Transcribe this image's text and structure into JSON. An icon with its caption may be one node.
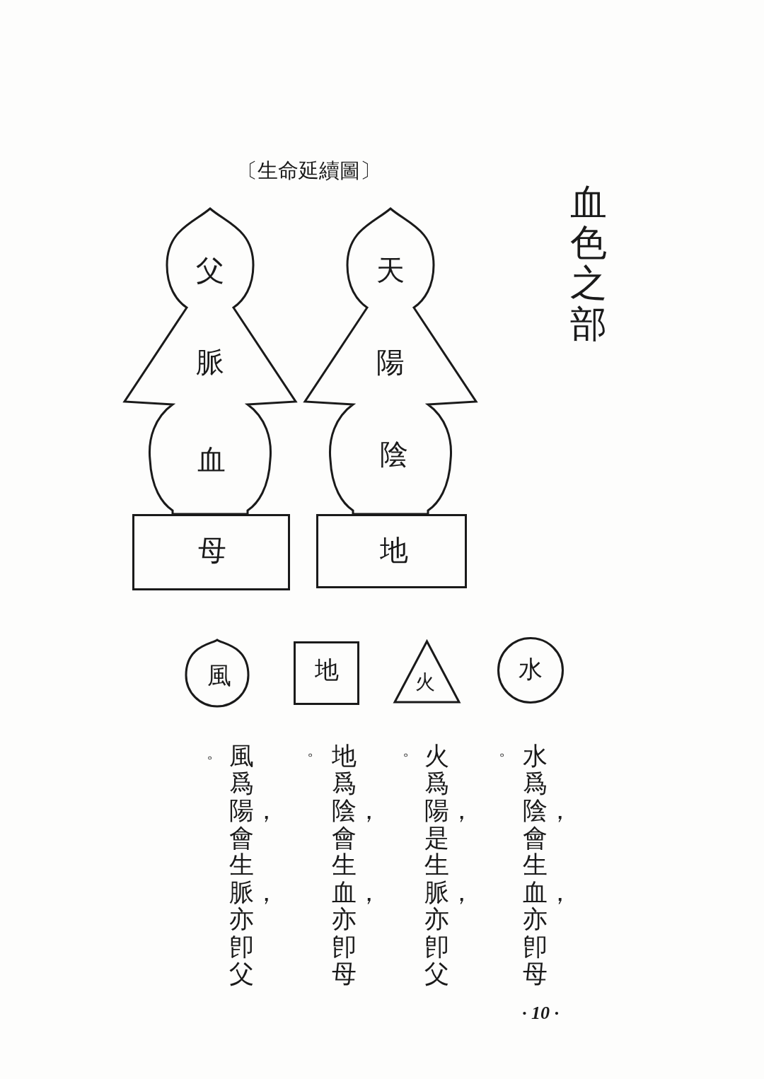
{
  "diagram": {
    "title": "〔生命延續圖〕",
    "nodes": [
      {
        "text": [
          "父",
          "脈",
          "血"
        ]
      },
      {
        "text": [
          "母"
        ]
      },
      {
        "text": [
          "天",
          "陽",
          "陰"
        ]
      },
      {
        "text": [
          "地"
        ]
      },
      {
        "text": [
          "風"
        ]
      },
      {
        "text": [
          "地"
        ]
      },
      {
        "text": [
          "火"
        ]
      },
      {
        "text": [
          "水"
        ]
      }
    ],
    "labels": [
      "血色之部",
      "。",
      "風爲陽，會生脈，亦卽父",
      "。",
      "地爲陰，會生血，亦卽母",
      "。",
      "火爲陽，是生脈，亦卽父",
      "。",
      "水爲陰，會生血，亦卽母",
      "· 10 ·"
    ]
  }
}
